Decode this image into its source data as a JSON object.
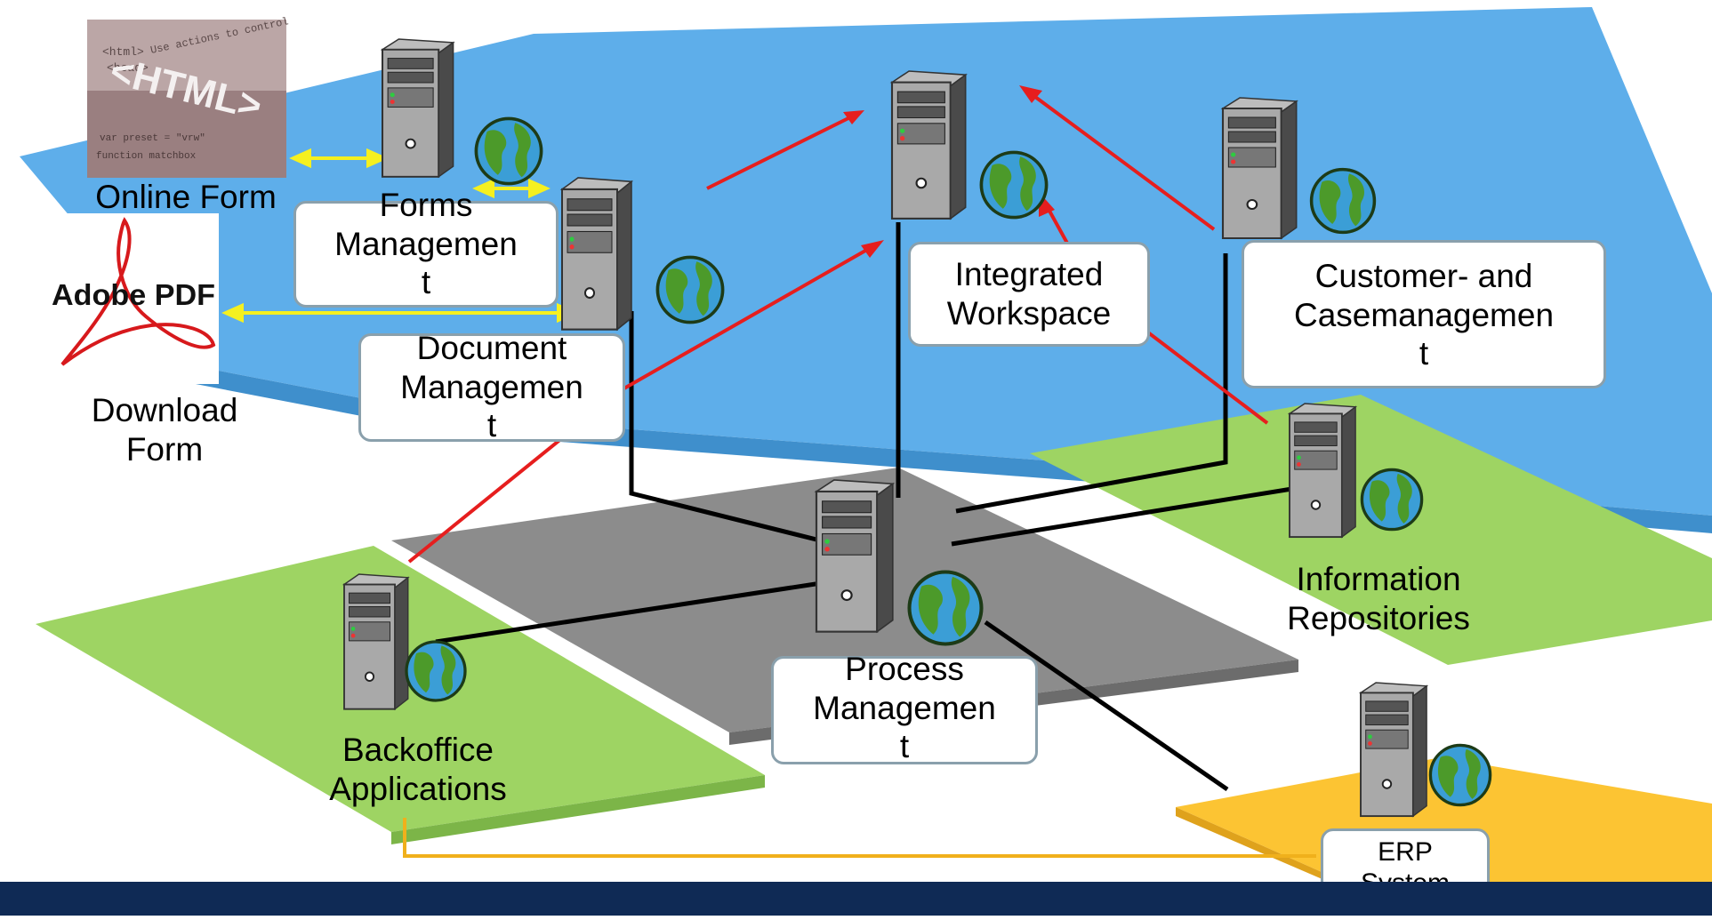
{
  "nodes": {
    "online_form": "Online Form",
    "download_form": "Download\nForm",
    "forms_management": "Forms\nManagemen\nt",
    "document_management": "Document\nManagemen\nt",
    "integrated_workspace": "Integrated\nWorkspace",
    "customer_case_management": "Customer- and\nCasemanagemen\nt",
    "information_repositories": "Information\nRepositories",
    "process_management": "Process\nManagemen\nt",
    "backoffice_applications": "Backoffice\nApplications",
    "erp_system": "ERP\nSystem"
  },
  "logos": {
    "html_text": "<HTML>",
    "pdf_text": "Adobe PDF"
  },
  "colors": {
    "top_plane": "#5eaeea",
    "green_plane": "#9ed463",
    "gray_plane": "#8c8c8c",
    "erp_plane": "#fcc433",
    "red_link": "#e61e1e",
    "yellow_link": "#f5f020",
    "black_link": "#000000",
    "orange_link": "#f0b01c",
    "footer": "#0f2a55"
  }
}
